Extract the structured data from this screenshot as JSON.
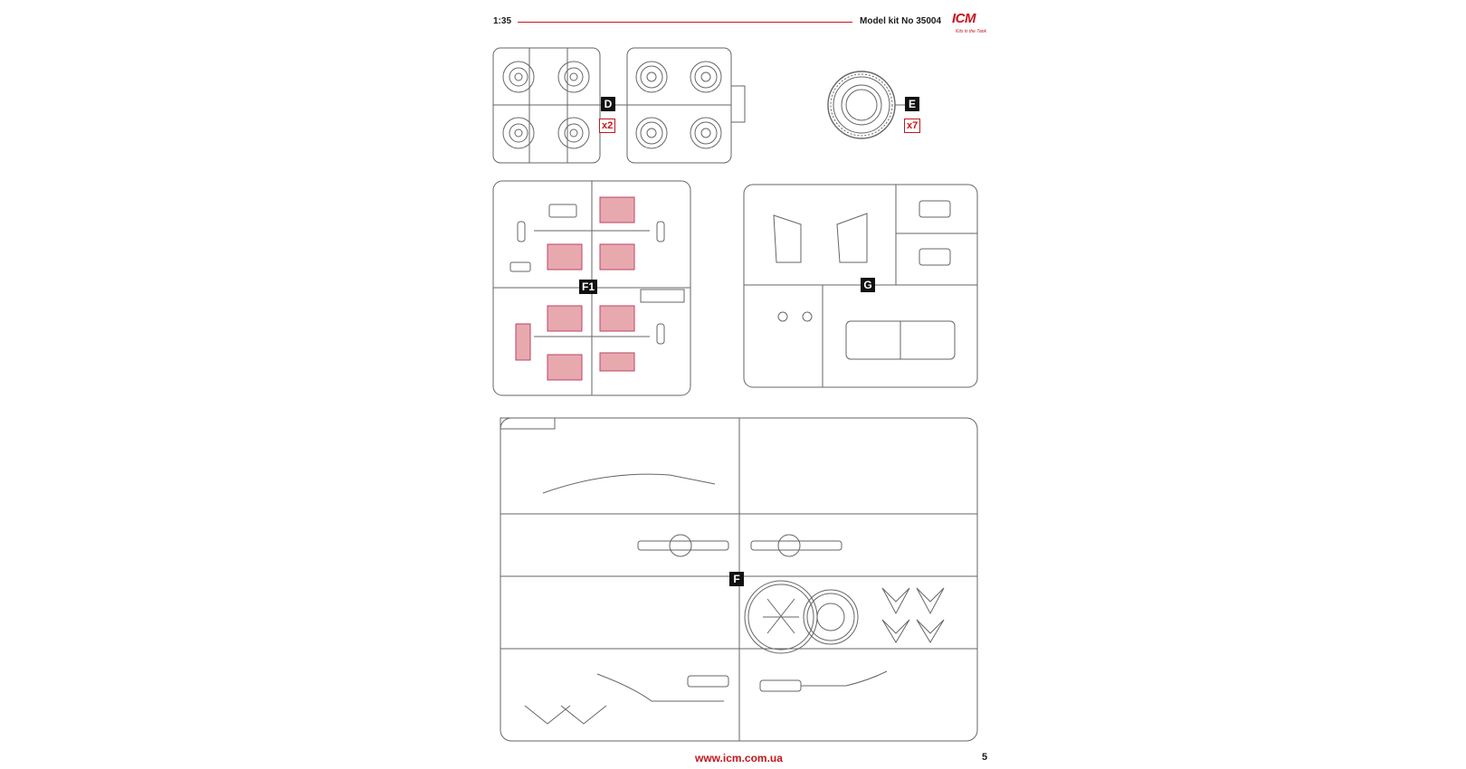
{
  "header": {
    "scale": "1:35",
    "kit": "Model kit No 35004",
    "brand": "ICM",
    "brand_sub": "Kits in the Tank"
  },
  "sprues": {
    "d": {
      "label": "D",
      "count": "x2"
    },
    "e": {
      "label": "E",
      "count": "x7"
    },
    "f1": {
      "label": "F1"
    },
    "g": {
      "label": "G"
    },
    "f": {
      "label": "F"
    }
  },
  "footer": {
    "url": "www.icm.com.ua",
    "page": "5"
  },
  "colors": {
    "accent": "#c4161c",
    "clear_parts": "#e8a9ae",
    "line": "#555555"
  }
}
